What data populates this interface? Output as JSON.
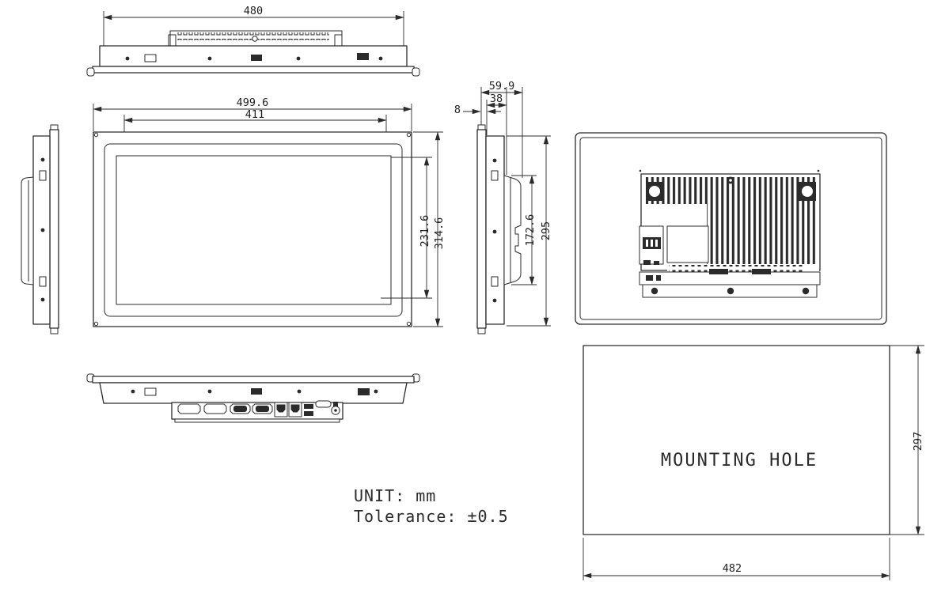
{
  "colors": {
    "line": "#2b2b2b",
    "background": "#ffffff"
  },
  "dims": {
    "top_width": "480",
    "front_outer_width": "499.6",
    "front_display_width": "411",
    "front_display_height": "231.6",
    "front_outer_height": "314.6",
    "side_bezel": "8",
    "side_rear_depth": "38",
    "side_total_depth": "59.9",
    "side_rear_height": "172.6",
    "side_body_height": "295",
    "mount_height": "297",
    "mount_width": "482"
  },
  "mounting": {
    "label": "MOUNTING HOLE"
  },
  "notes": {
    "unit": "UNIT: mm",
    "tolerance": "Tolerance: ±0.5"
  }
}
